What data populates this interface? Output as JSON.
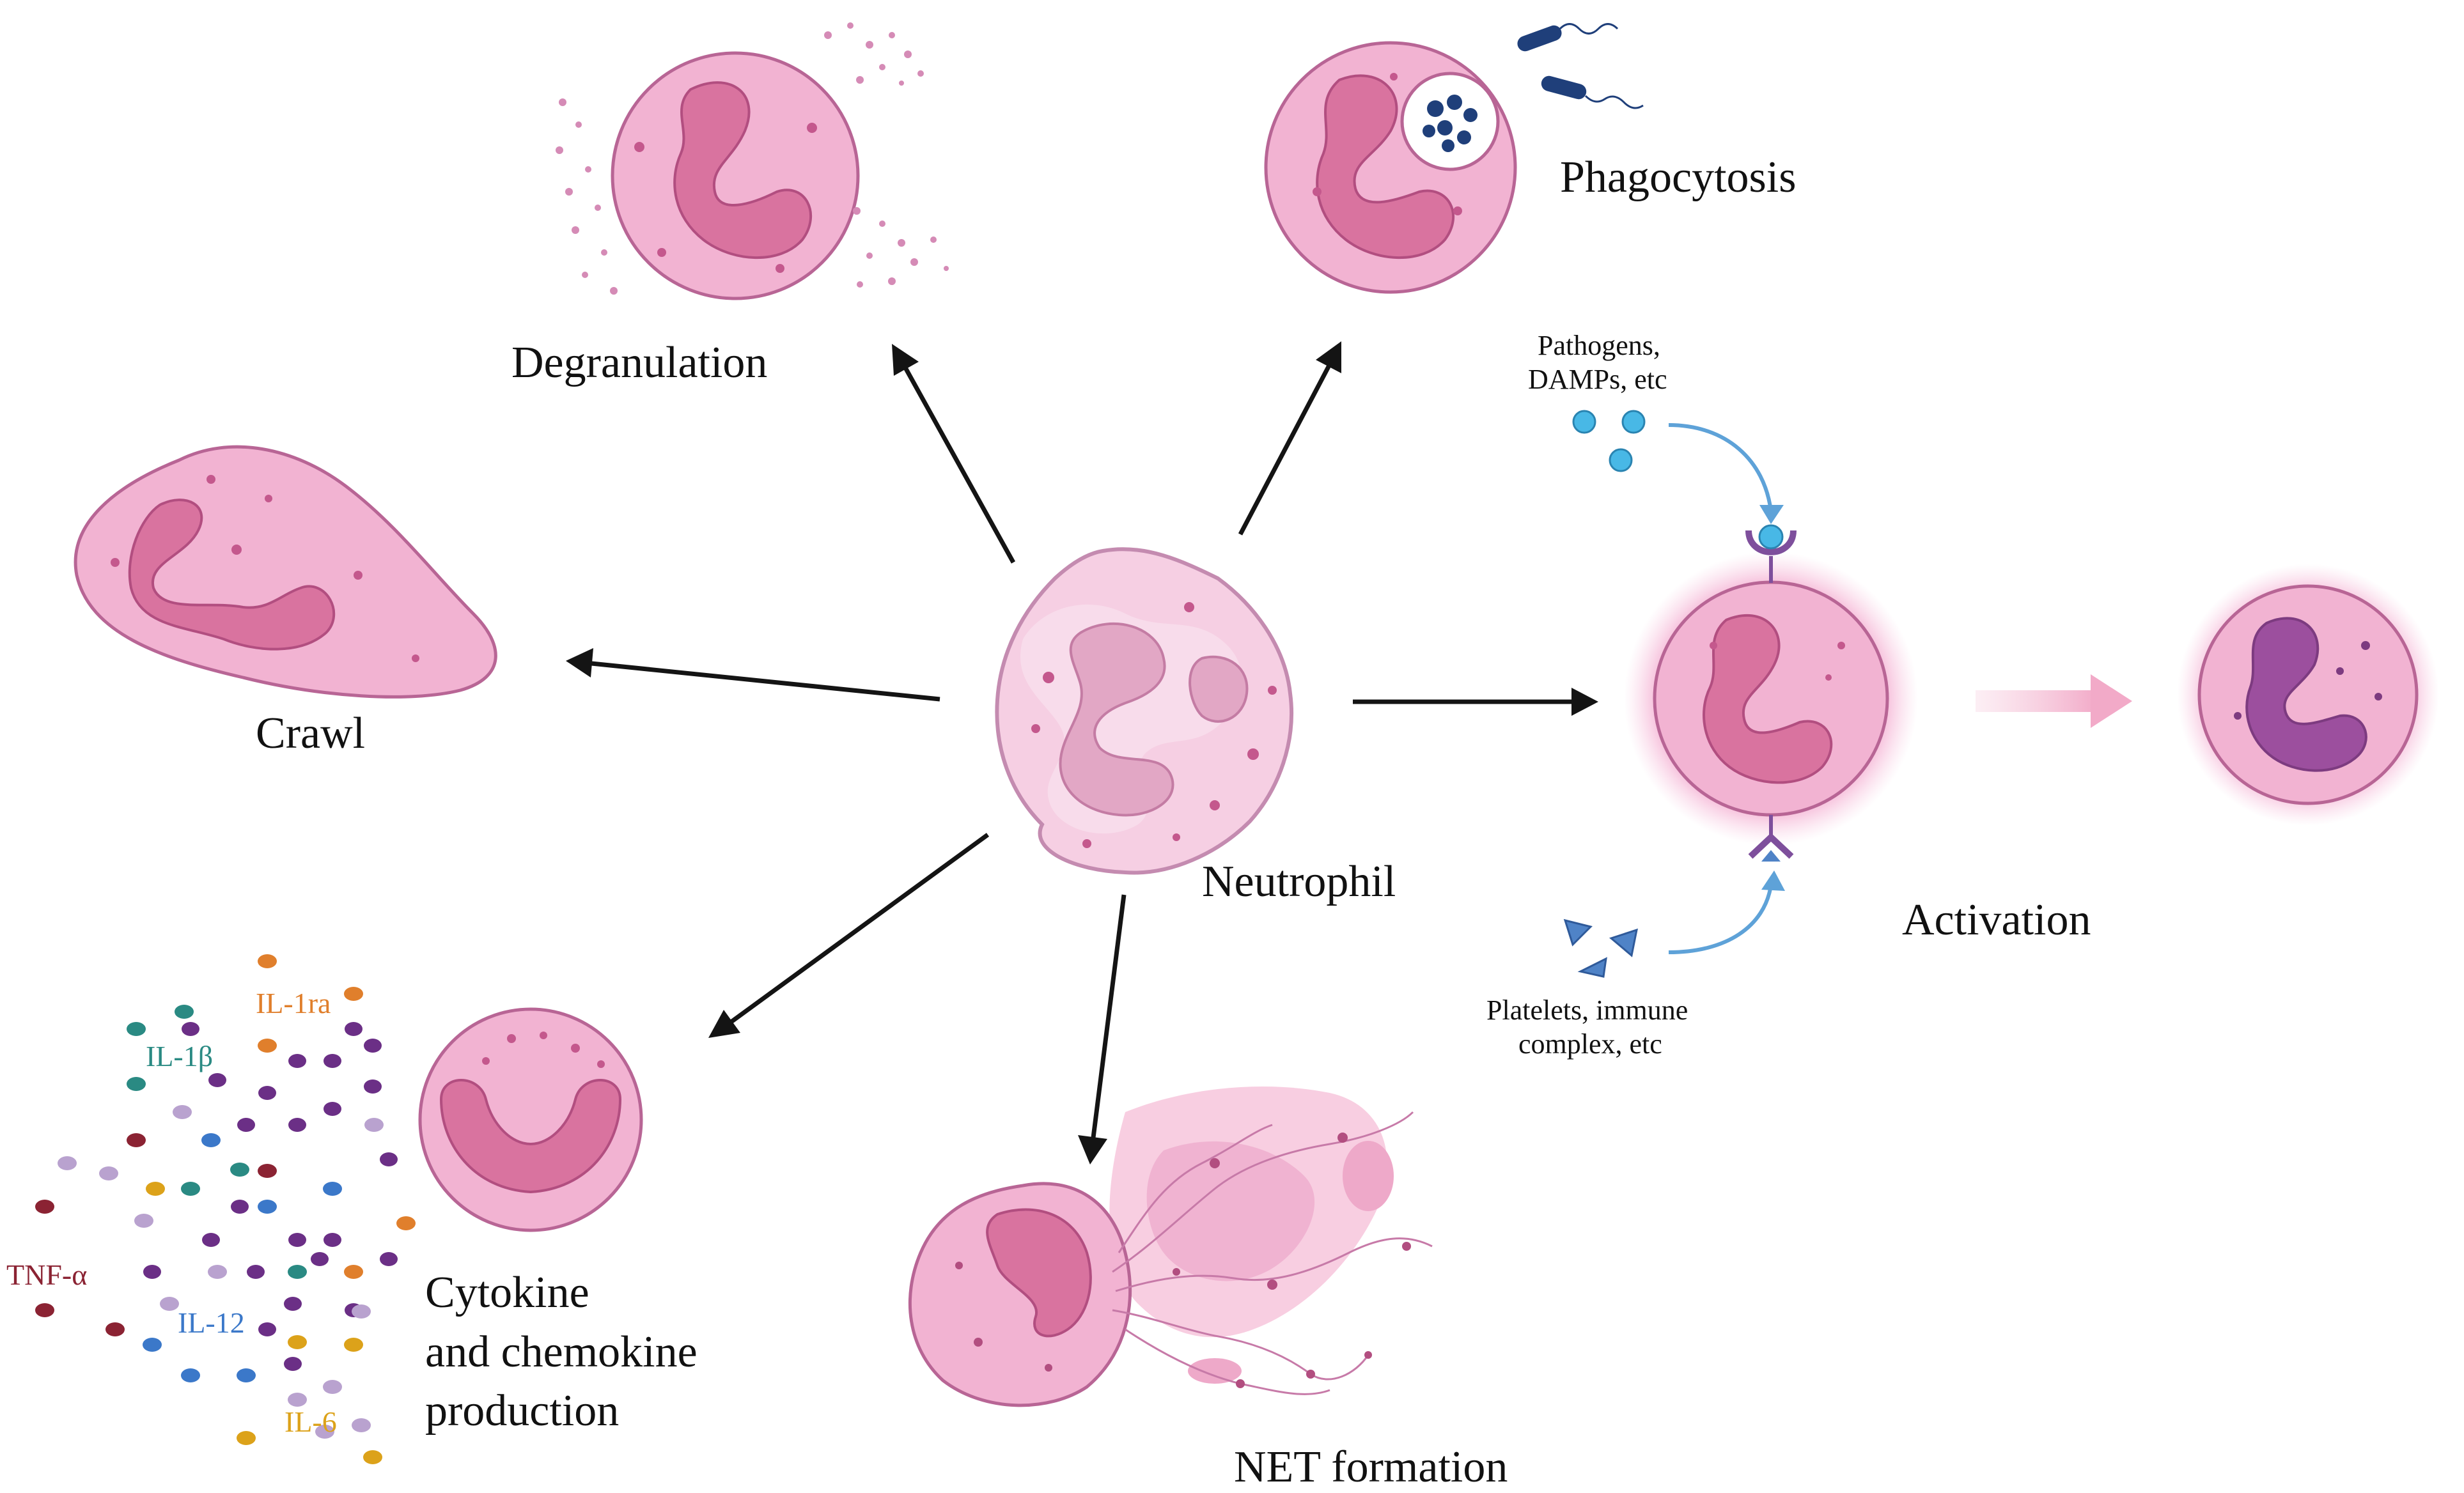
{
  "labels": {
    "center": "Neutrophil",
    "degranulation": "Degranulation",
    "phagocytosis": "Phagocytosis",
    "crawl": "Crawl",
    "activation": "Activation",
    "net_formation": "NET formation",
    "cytokine_line1": "Cytokine",
    "cytokine_line2": "and chemokine",
    "cytokine_line3": "production",
    "pathogens_line1": "Pathogens,",
    "pathogens_line2": "DAMPs, etc",
    "platelets_line1": "Platelets, immune",
    "platelets_line2": "complex, etc"
  },
  "cytokines": [
    {
      "name": "IL-1β",
      "color": "#2a8a83"
    },
    {
      "name": "IL-1ra",
      "color": "#e07f2c"
    },
    {
      "name": "TNF-α",
      "color": "#8b2333"
    },
    {
      "name": "IL-12",
      "color": "#3b78c9"
    },
    {
      "name": "IL-6",
      "color": "#dca21a"
    }
  ],
  "colors": {
    "cell_fill": "#f2b3d2",
    "cell_stroke": "#b86595",
    "nucleus": "#d9739f",
    "activated_nucleus": "#9c4f9e",
    "pathogen_dots": "#48b8e6",
    "receptor": "#7e4f9c",
    "platelet": "#4f83c7",
    "bacteria": "#1f3f7a",
    "arrow": "#141414"
  },
  "icons": [
    "neutrophil-cell-icon",
    "degranulating-cell-icon",
    "phagocytosing-cell-icon",
    "bacteria-icon",
    "crawling-cell-icon",
    "activated-cell-icon",
    "net-cell-icon",
    "cytokine-cell-icon",
    "receptor-icon"
  ]
}
